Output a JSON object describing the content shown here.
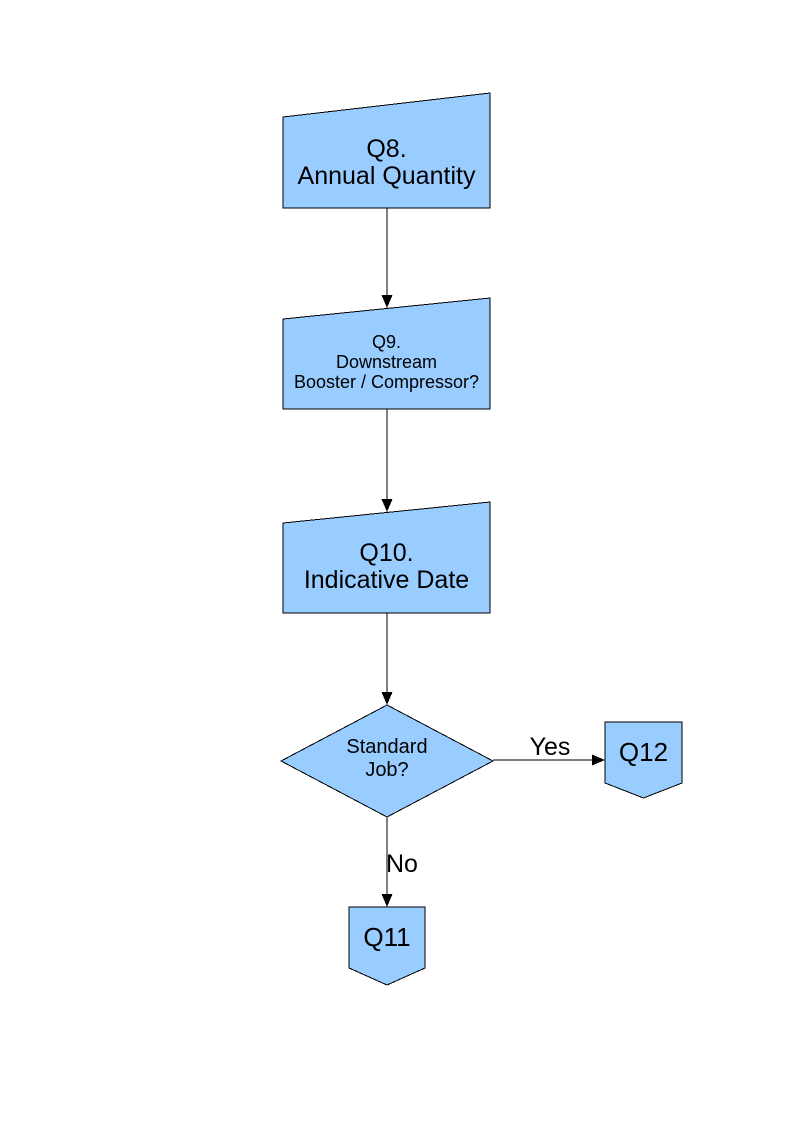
{
  "page": {
    "background": "#ffffff"
  },
  "colors": {
    "shape_fill": "#99ccff",
    "shape_border": "#000000",
    "connector": "#000000",
    "text": "#000000"
  },
  "nodes": {
    "q8": {
      "line1": "Q8.",
      "line2": "Annual Quantity"
    },
    "q9": {
      "line1": "Q9.",
      "line2": "Downstream",
      "line3": "Booster / Compressor?"
    },
    "q10": {
      "line1": "Q10.",
      "line2": "Indicative Date"
    },
    "decision": {
      "line1": "Standard",
      "line2": "Job?"
    },
    "q11": {
      "label": "Q11"
    },
    "q12": {
      "label": "Q12"
    }
  },
  "edges": {
    "yes_label": "Yes",
    "no_label": "No"
  }
}
